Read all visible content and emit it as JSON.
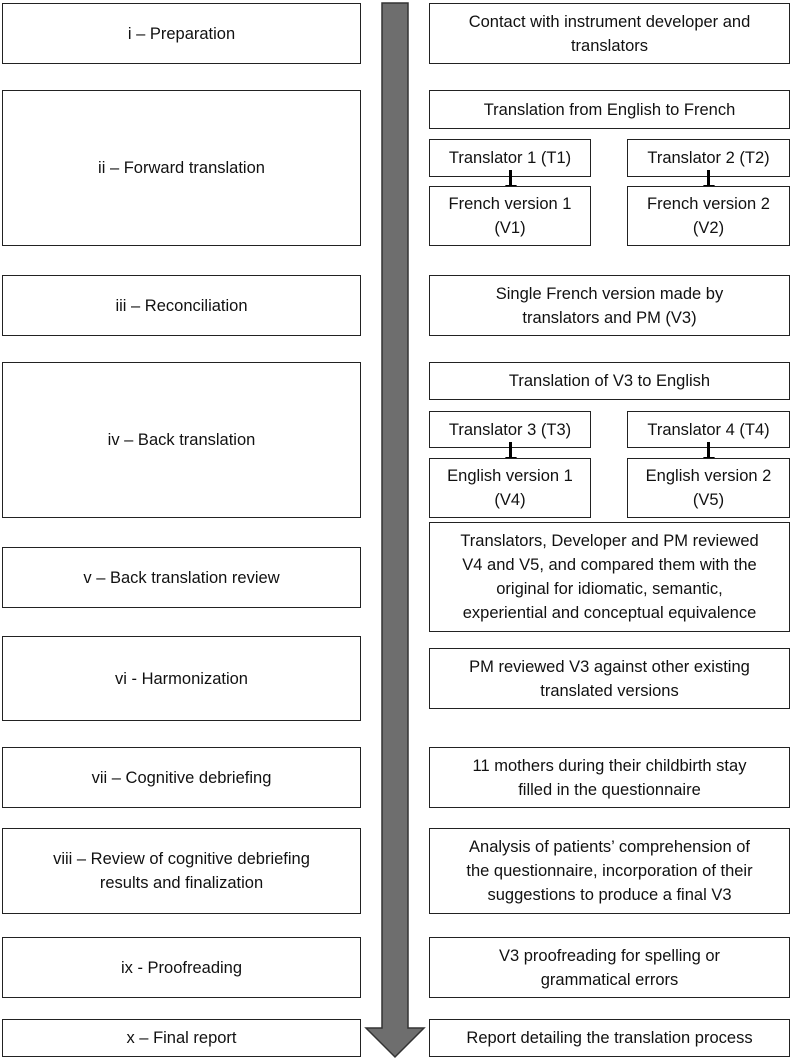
{
  "stages": [
    {
      "label": "i – Preparation",
      "description": "Contact with instrument developer and\ntranslators"
    },
    {
      "label": "ii – Forward translation",
      "description": "Translation from English to French",
      "branches": [
        {
          "translator": "Translator 1 (T1)",
          "version": "French version 1\n(V1)"
        },
        {
          "translator": "Translator 2 (T2)",
          "version": "French version 2\n(V2)"
        }
      ]
    },
    {
      "label": "iii – Reconciliation",
      "description": "Single French version made by\ntranslators and PM (V3)"
    },
    {
      "label": "iv – Back translation",
      "description": "Translation of V3 to English",
      "branches": [
        {
          "translator": "Translator 3 (T3)",
          "version": "English version 1\n(V4)"
        },
        {
          "translator": "Translator 4 (T4)",
          "version": "English version 2\n(V5)"
        }
      ]
    },
    {
      "label": "v – Back translation review",
      "description": "Translators, Developer and PM reviewed\nV4 and V5, and compared them with the\noriginal for idiomatic, semantic,\nexperiential and conceptual equivalence"
    },
    {
      "label": "vi - Harmonization",
      "description": "PM reviewed V3 against other existing\ntranslated versions"
    },
    {
      "label": "vii – Cognitive debriefing",
      "description": "11 mothers during their childbirth stay\nfilled in the questionnaire"
    },
    {
      "label": "viii – Review of cognitive debriefing\nresults and finalization",
      "description": "Analysis of patients’ comprehension of\nthe questionnaire, incorporation of their\nsuggestions to produce a final V3"
    },
    {
      "label": "ix - Proofreading",
      "description": "V3 proofreading for spelling or\ngrammatical errors"
    },
    {
      "label": "x – Final report",
      "description": "Report detailing the translation process"
    }
  ],
  "colors": {
    "flow_arrow": "#6e6e6e",
    "border": "#222222"
  }
}
